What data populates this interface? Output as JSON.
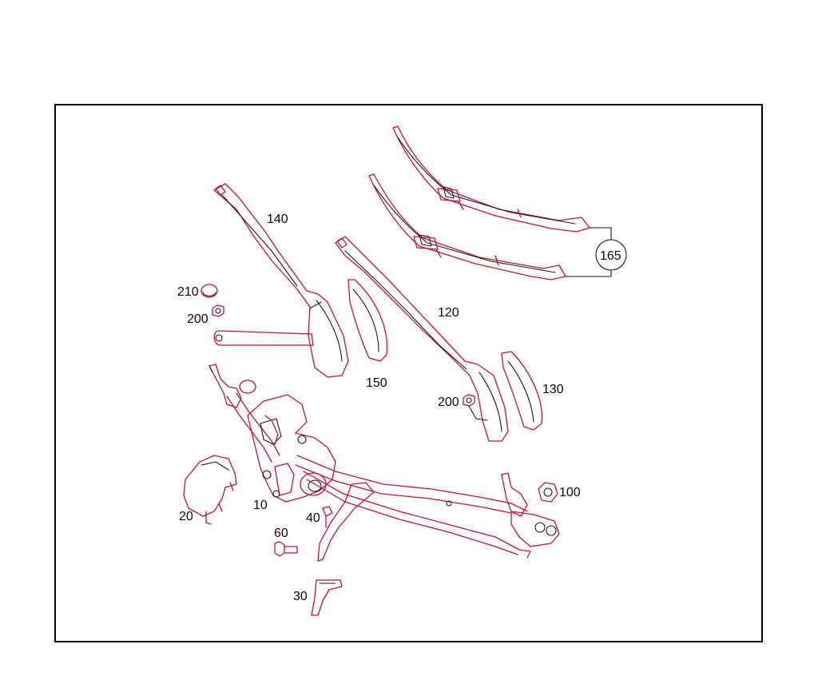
{
  "diagram": {
    "labels": {
      "p10": "10",
      "p20": "20",
      "p30": "30",
      "p40": "40",
      "p60": "60",
      "p100": "100",
      "p120": "120",
      "p130": "130",
      "p140": "140",
      "p150": "150",
      "p165": "165",
      "p200a": "200",
      "p200b": "200",
      "p210": "210"
    },
    "colors": {
      "line": "#c8102e",
      "outline": "#1a1a1a",
      "frame": "#000000"
    }
  }
}
